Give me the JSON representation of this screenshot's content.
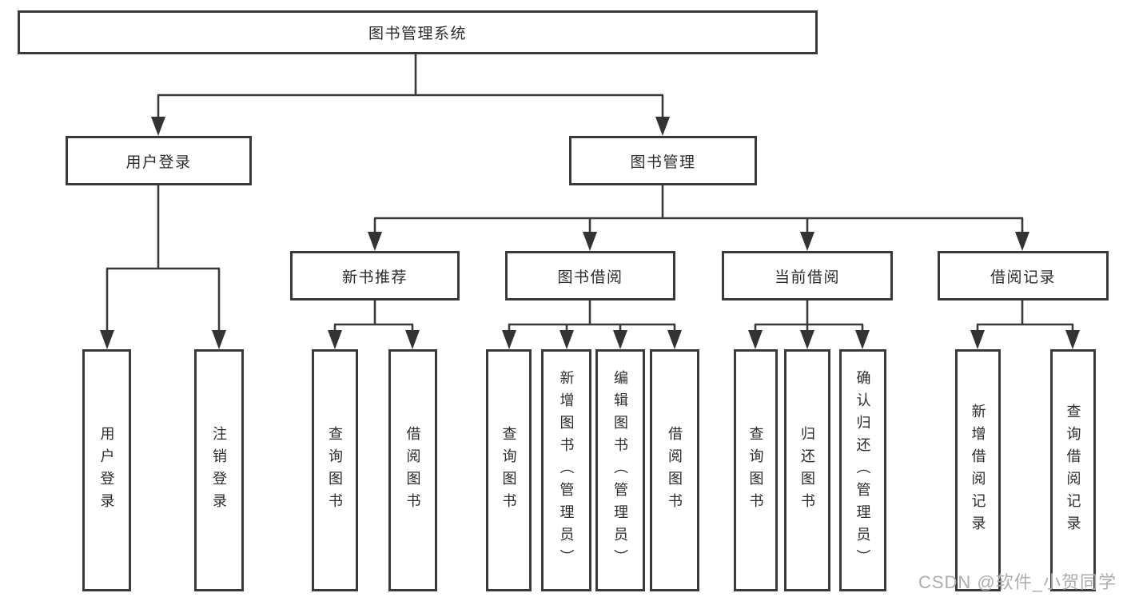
{
  "diagram": {
    "root": {
      "label": "图书管理系统"
    },
    "branches": [
      {
        "label": "用户登录",
        "children": [
          {
            "label": "用户登录"
          },
          {
            "label": "注销登录"
          }
        ]
      },
      {
        "label": "图书管理",
        "children": [
          {
            "label": "新书推荐",
            "children": [
              {
                "label": "查询图书"
              },
              {
                "label": "借阅图书"
              }
            ]
          },
          {
            "label": "图书借阅",
            "children": [
              {
                "label": "查询图书"
              },
              {
                "label": "新增图书（管理员）"
              },
              {
                "label": "编辑图书（管理员）"
              },
              {
                "label": "借阅图书"
              }
            ]
          },
          {
            "label": "当前借阅",
            "children": [
              {
                "label": "查询图书"
              },
              {
                "label": "归还图书"
              },
              {
                "label": "确认归还（管理员）"
              }
            ]
          },
          {
            "label": "借阅记录",
            "children": [
              {
                "label": "新增借阅记录"
              },
              {
                "label": "查询借阅记录"
              }
            ]
          }
        ]
      }
    ]
  },
  "watermark": {
    "text": "CSDN @软件_小贺同学"
  },
  "colors": {
    "line": "#3a3a3a",
    "text": "#2b2b2b",
    "box_bg": "#ffffff",
    "watermark": "#adadad",
    "background": "#ffffff"
  }
}
